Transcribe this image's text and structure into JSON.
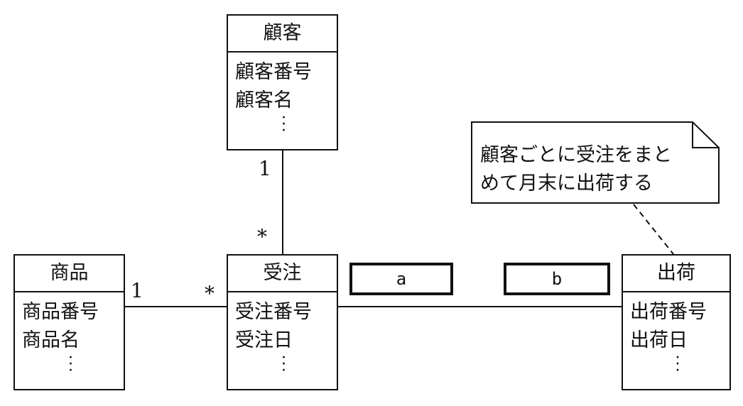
{
  "classes": {
    "customer": {
      "name": "顧客",
      "attrs": [
        "顧客番号",
        "顧客名"
      ]
    },
    "product": {
      "name": "商品",
      "attrs": [
        "商品番号",
        "商品名"
      ]
    },
    "order": {
      "name": "受注",
      "attrs": [
        "受注番号",
        "受注日"
      ]
    },
    "shipment": {
      "name": "出荷",
      "attrs": [
        "出荷番号",
        "出荷日"
      ]
    }
  },
  "multiplicities": {
    "customer_end": "1",
    "order_customer_end": "*",
    "product_end": "1",
    "order_product_end": "*"
  },
  "blanks": {
    "a": "a",
    "b": "b"
  },
  "note": {
    "line1": "顧客ごとに受注をまと",
    "line2": "めて月末に出荷する"
  }
}
